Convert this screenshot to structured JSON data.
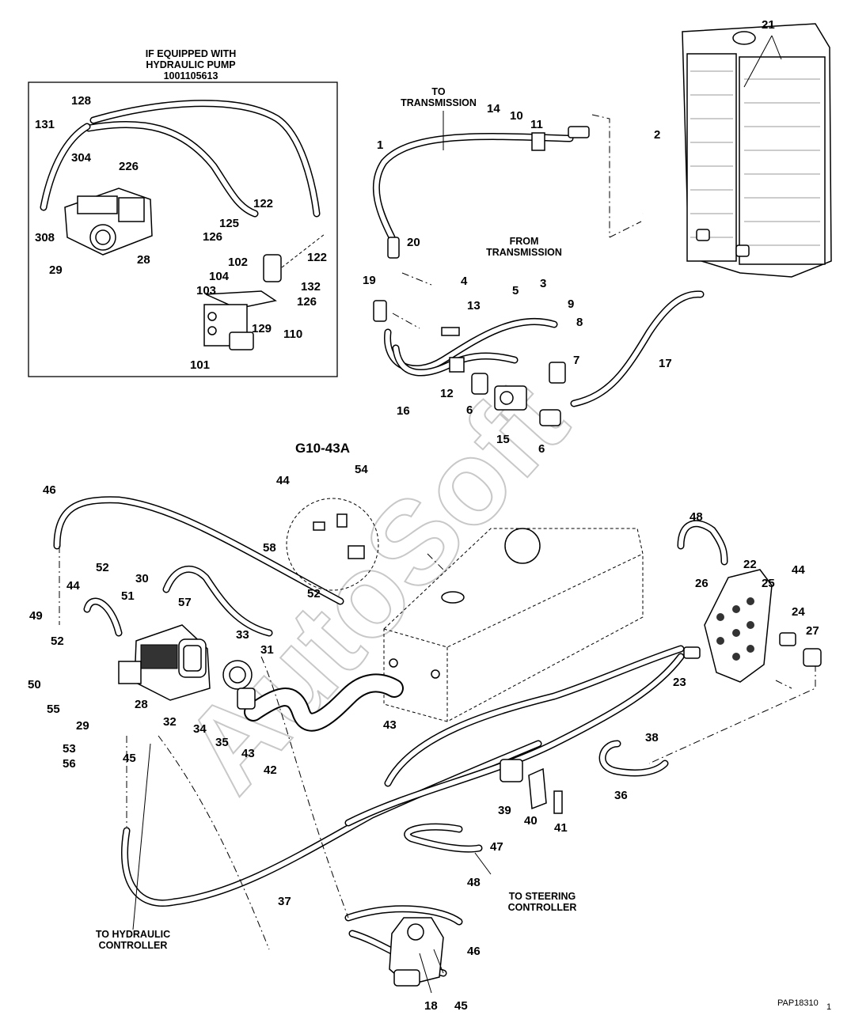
{
  "figure": {
    "inset_caption": [
      "IF EQUIPPED WITH",
      "HYDRAULIC PUMP",
      "1001105613"
    ],
    "section_title": "G10-43A",
    "watermark": "AutoSoft",
    "figure_code": "PAP18310",
    "page_number": "1"
  },
  "captions": {
    "to_transmission": [
      "TO",
      "TRANSMISSION"
    ],
    "from_transmission": [
      "FROM",
      "TRANSMISSION"
    ],
    "to_steering_controller": [
      "TO STEERING",
      "CONTROLLER"
    ],
    "to_hydraulic_controller": [
      "TO HYDRAULIC",
      "CONTROLLER"
    ]
  },
  "callouts": {
    "inset": [
      "128",
      "131",
      "304",
      "226",
      "308",
      "29",
      "28",
      "122",
      "125",
      "126",
      "122",
      "102",
      "104",
      "103",
      "126",
      "132",
      "129",
      "110",
      "101"
    ],
    "cooler": [
      "1",
      "14",
      "10",
      "11",
      "20",
      "19",
      "4",
      "13",
      "5",
      "3",
      "9",
      "8",
      "7",
      "16",
      "12",
      "6",
      "15",
      "6",
      "17",
      "2",
      "21"
    ],
    "main": [
      "46",
      "44",
      "54",
      "58",
      "52",
      "52",
      "30",
      "44",
      "51",
      "57",
      "49",
      "52",
      "33",
      "31",
      "50",
      "55",
      "29",
      "28",
      "32",
      "34",
      "35",
      "43",
      "42",
      "43",
      "53",
      "56",
      "45",
      "48",
      "26",
      "22",
      "25",
      "44",
      "24",
      "27",
      "23",
      "38",
      "36",
      "39",
      "40",
      "41",
      "47",
      "48",
      "37",
      "46",
      "18",
      "45"
    ]
  }
}
